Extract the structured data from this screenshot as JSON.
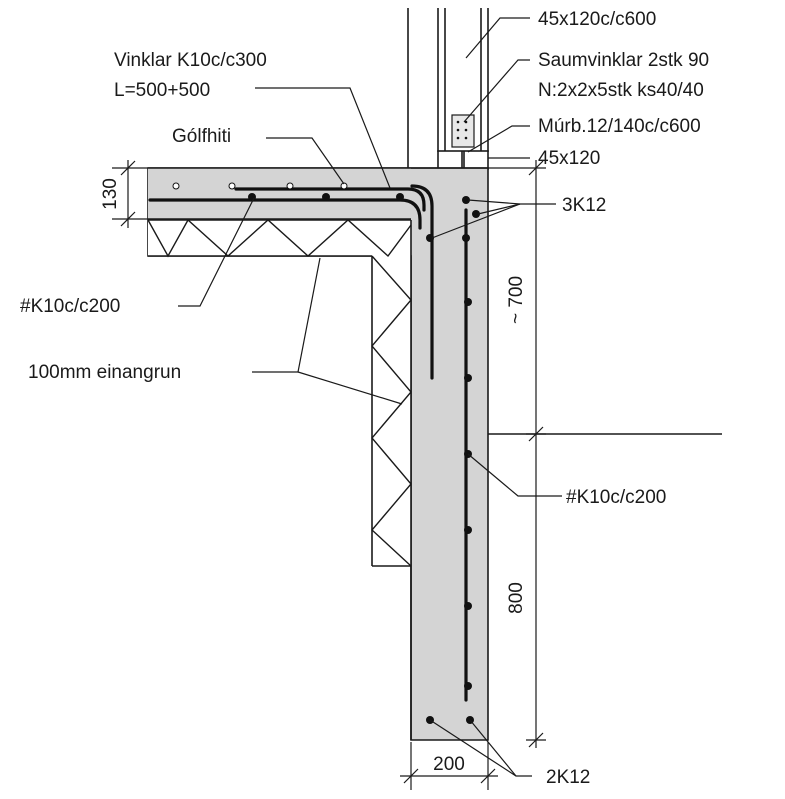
{
  "labels": {
    "stud": "45x120c/c600",
    "vinklar_1": "Vinklar K10c/c300",
    "vinklar_2": "L=500+500",
    "saumvinklar_1": "Saumvinklar 2stk 90",
    "saumvinklar_2": "N:2x2x5stk ks40/40",
    "golfhiti": "Gólfhiti",
    "murbolti": "Múrb.12/140c/c600",
    "sill_plate": "45x120",
    "top_bars": "3K12",
    "slab_mesh": "#K10c/c200",
    "insulation": "100mm einangrun",
    "wall_mesh": "#K10c/c200",
    "bottom_bars": "2K12"
  },
  "dimensions": {
    "slab_thickness": "130",
    "upper_height": "~ 700",
    "lower_height": "800",
    "wall_width": "200"
  }
}
